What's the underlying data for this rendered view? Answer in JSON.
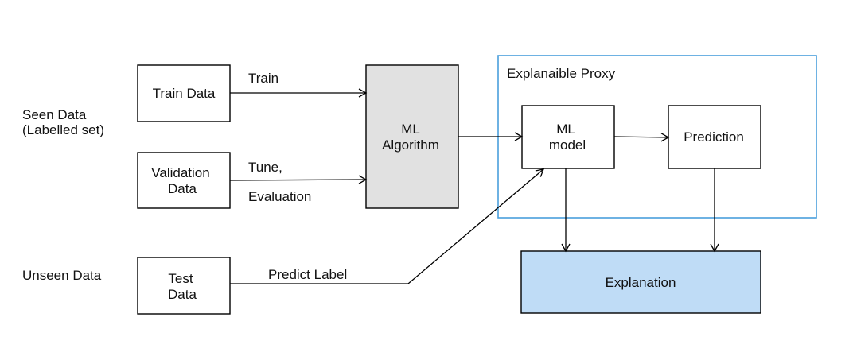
{
  "side_labels": {
    "seen_line1": "Seen Data",
    "seen_line2": "(Labelled set)",
    "unseen": "Unseen Data"
  },
  "nodes": {
    "train_data": "Train Data",
    "validation_line1": "Validation",
    "validation_line2": "Data",
    "test_line1": "Test",
    "test_line2": "Data",
    "ml_algorithm_line1": "ML",
    "ml_algorithm_line2": "Algorithm",
    "ml_model_line1": "ML",
    "ml_model_line2": "model",
    "prediction": "Prediction",
    "explanation": "Explanation"
  },
  "edge_labels": {
    "train": "Train",
    "tune": "Tune,",
    "evaluation": "Evaluation",
    "predict_label": "Predict Label"
  },
  "groups": {
    "proxy_title": "Explanaible Proxy"
  },
  "colors": {
    "ml_algorithm_fill": "#e1e1e1",
    "explanation_fill": "#bfdcf6",
    "proxy_border": "#4a9fdc"
  }
}
